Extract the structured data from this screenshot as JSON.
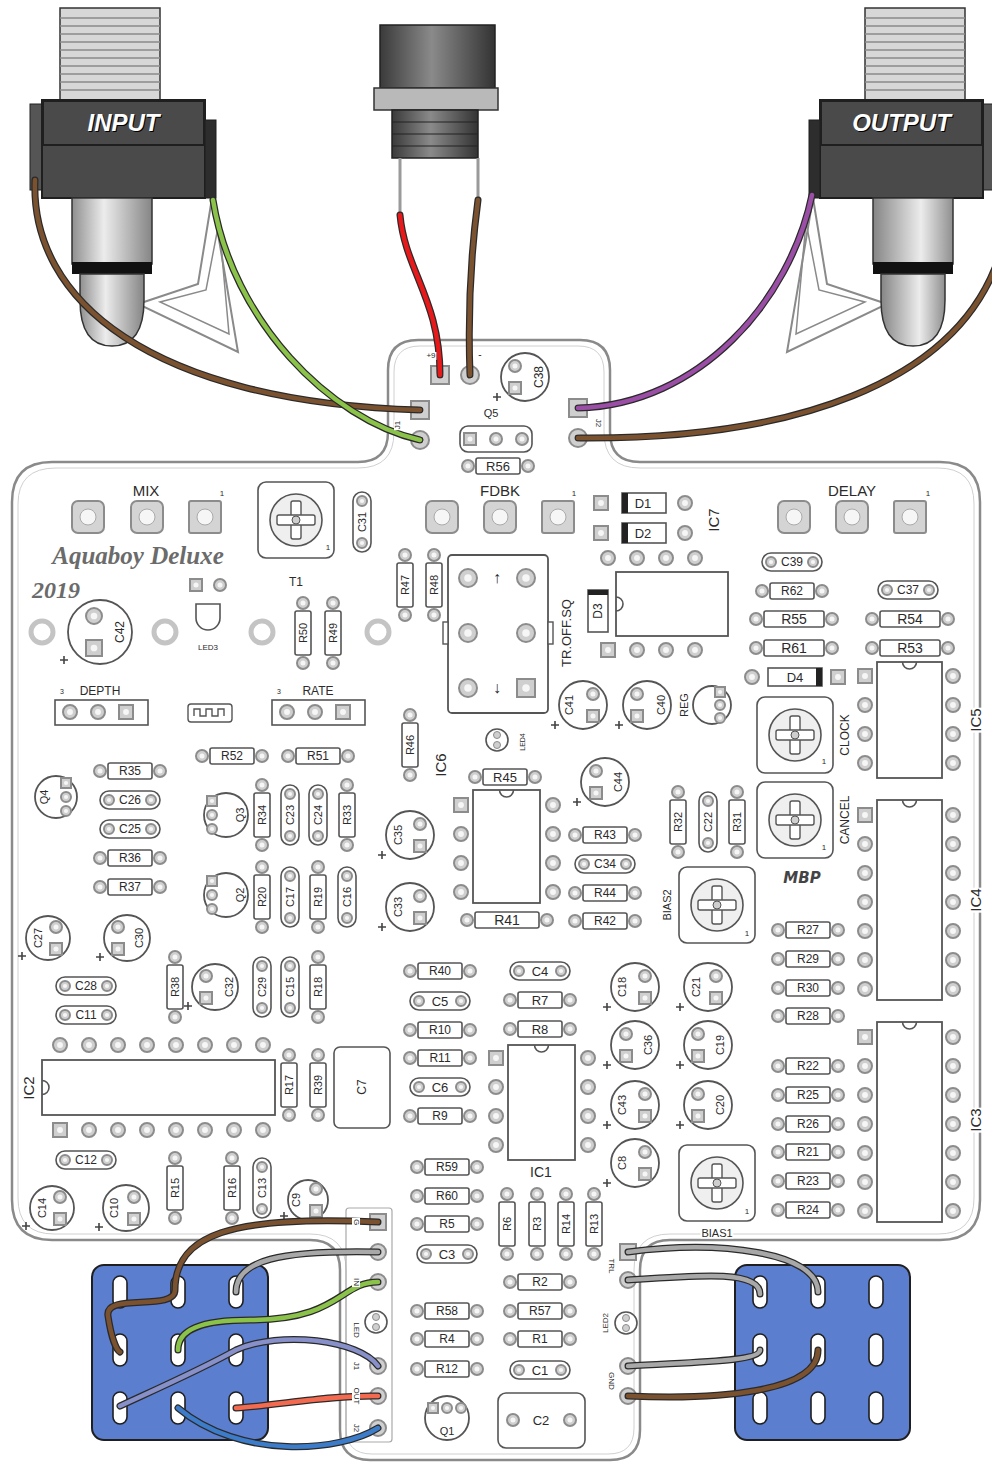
{
  "diagram": {
    "nodes": [
      {
        "text": [
          "INPUT"
        ]
      },
      {
        "text": [
          "OUTPUT"
        ]
      }
    ],
    "labels": [
      "+9",
      "-",
      "C38",
      "J1",
      "J2",
      "Q5",
      "R56",
      "MIX",
      "1",
      "FDBK",
      "1",
      "DELAY",
      "1",
      "C31",
      "T1",
      "1",
      "Aquaboy Deluxe",
      "2019",
      "C42",
      "LED3",
      "R47",
      "R48",
      "R50",
      "R49",
      "↑",
      "↓",
      "TR.OFF.SQ",
      "D1",
      "D2",
      "IC7",
      "D3",
      "C39",
      "R62",
      "C37",
      "R55",
      "R54",
      "R61",
      "R53",
      "D4",
      "3",
      "DEPTH",
      "3",
      "RATE",
      "C41",
      "C40",
      "REG",
      "IC5",
      "CLOCK",
      "1",
      "LED4",
      "R46",
      "IC6",
      "R52",
      "R51",
      "R45",
      "C44",
      "R35",
      "Q4",
      "C26",
      "C25",
      "R36",
      "R37",
      "Q3",
      "R34",
      "C23",
      "C24",
      "R33",
      "CANCEL",
      "1",
      "C35",
      "R43",
      "R32",
      "C22",
      "R31",
      "C34",
      "MBP",
      "IC4",
      "Q2",
      "R20",
      "C17",
      "R19",
      "C16",
      "R44",
      "C33",
      "BIAS2",
      "1",
      "R41",
      "R42",
      "R27",
      "C27",
      "C30",
      "R29",
      "R40",
      "C4",
      "C28",
      "R38",
      "C32",
      "C29",
      "C15",
      "R18",
      "C18",
      "C21",
      "R30",
      "C5",
      "R7",
      "C11",
      "R28",
      "R8",
      "R10",
      "C36",
      "C19",
      "R11",
      "R22",
      "IC2",
      "R17",
      "R39",
      "C7",
      "C6",
      "R25",
      "C43",
      "C20",
      "R9",
      "IC3",
      "R26",
      "R21",
      "C12",
      "C8",
      "R59",
      "IC1",
      "R23",
      "R15",
      "R16",
      "C13",
      "R60",
      "C9",
      "C14",
      "C10",
      "R24",
      "1",
      "G",
      "R5",
      "R6",
      "R3",
      "R14",
      "R13",
      "BIAS1",
      "C3",
      "TRL",
      "IN",
      "R2",
      "R58",
      "R57",
      "LED",
      "R4",
      "R1",
      "LED2",
      "J1",
      "R12",
      "C1",
      "GND",
      "OUT",
      "C2",
      "J2",
      "Q1"
    ]
  }
}
